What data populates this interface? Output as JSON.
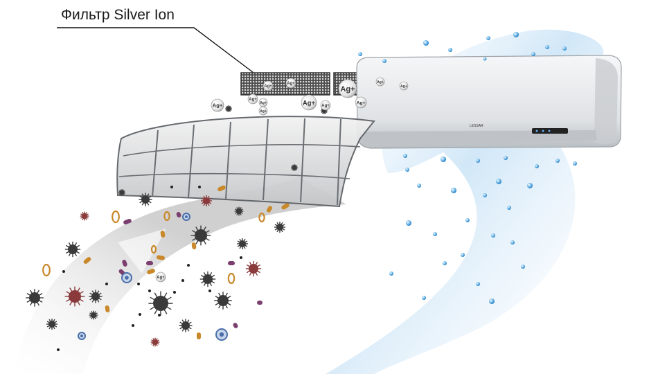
{
  "title": "Фильтр Silver Ion",
  "ion_label": "Ag+",
  "brand_label": "LESSAR",
  "icons": {
    "air_conditioner": "split-ac-indoor-unit",
    "filter": "mesh-filter-panel",
    "louver": "air-intake-louver",
    "virus": "spiky-virus",
    "bacteria": "rod-bacteria",
    "water_droplet": "clean-air-droplet"
  },
  "colors": {
    "clean_air": "#bcdcf2",
    "dirty_air": "#c8c8c8",
    "unit_body": "#e6e8ea",
    "filter_mesh": "#4a4a4a",
    "bacteria_orange": "#c9882a",
    "bacteria_purple": "#7a3f6e",
    "virus_dark": "#3a3a3a",
    "virus_red": "#8a3a3a",
    "droplet": "#3a98d8"
  }
}
